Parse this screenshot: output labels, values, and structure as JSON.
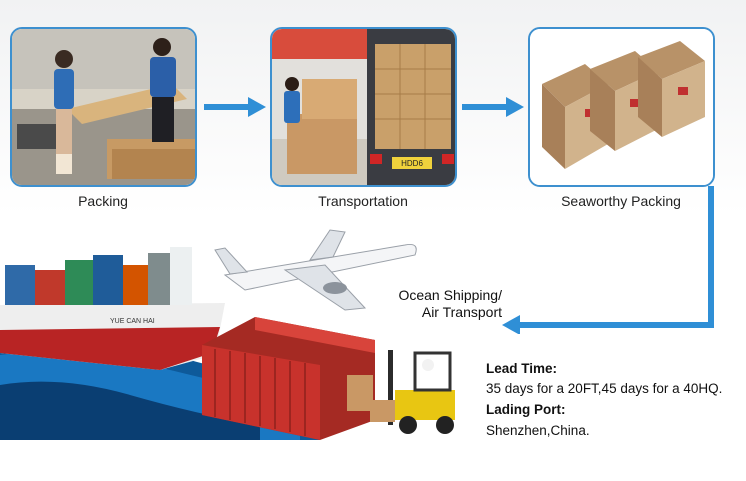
{
  "steps": [
    {
      "label": "Packing"
    },
    {
      "label": "Transportation"
    },
    {
      "label": "Seaworthy Packing"
    }
  ],
  "transport": {
    "line1": "Ocean Shipping/",
    "line2": "Air Transport"
  },
  "info": {
    "lead_time_title": "Lead Time:",
    "lead_time_value": "35 days for a 20FT,45 days for a 40HQ.",
    "lading_port_title": "Lading Port:",
    "lading_port_value": "Shenzhen,China."
  },
  "imagery": {
    "container_text": "HDD6",
    "ship_name": "YUE CAN HAI"
  },
  "colors": {
    "arrow_blue": "#2f8fd6",
    "card_border": "#3d90cf",
    "container_red": "#c8322c",
    "forklift_yellow": "#e8c612"
  }
}
